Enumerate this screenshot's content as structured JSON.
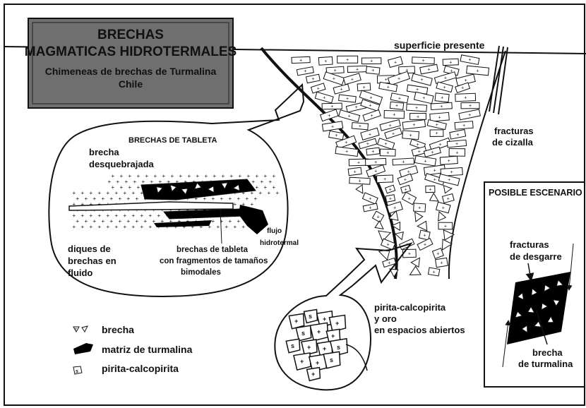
{
  "title_box": {
    "title_line1": "BRECHAS",
    "title_line2": "MAGMATICAS HIDROTERMALES",
    "subtitle_line1": "Chimeneas de brechas de Turmalina",
    "subtitle_line2": "Chile"
  },
  "labels": {
    "surface": "superficie presente",
    "shear_fractures_1": "fracturas",
    "shear_fractures_2": "de cizalla",
    "tablet_heading": "BRECHAS DE TABLETA",
    "crushed_breccia_1": "brecha",
    "crushed_breccia_2": "desquebrajada",
    "fluid_dikes_1": "diques de",
    "fluid_dikes_2": "brechas en",
    "fluid_dikes_3": "fluido",
    "tablet_breccia_1": "brechas de tableta",
    "tablet_breccia_2": "con fragmentos de tamaños",
    "tablet_breccia_3": "bimodales",
    "hydrothermal_flow_1": "flujo",
    "hydrothermal_flow_2": "hidrotermal",
    "pyrite_open_1": "pirita-calcopirita",
    "pyrite_open_2": "y oro",
    "pyrite_open_3": "en espacios abiertos"
  },
  "legend": [
    {
      "symbol": "breccia-fragment-icon",
      "label": "brecha"
    },
    {
      "symbol": "tourmaline-matrix-icon",
      "label": "matriz de turmalina"
    },
    {
      "symbol": "pyrite-symbol-icon",
      "label": "pirita-calcopirita"
    }
  ],
  "scenario": {
    "heading": "POSIBLE ESCENARIO",
    "tear_fractures_1": "fracturas",
    "tear_fractures_2": "de desgarre",
    "tourmaline_breccia_1": "brecha",
    "tourmaline_breccia_2": "de turmalina"
  },
  "colors": {
    "title_box_fill": "#707070",
    "title_text": "#000000",
    "line": "#111111",
    "matrix": "#000000",
    "background": "#ffffff"
  }
}
